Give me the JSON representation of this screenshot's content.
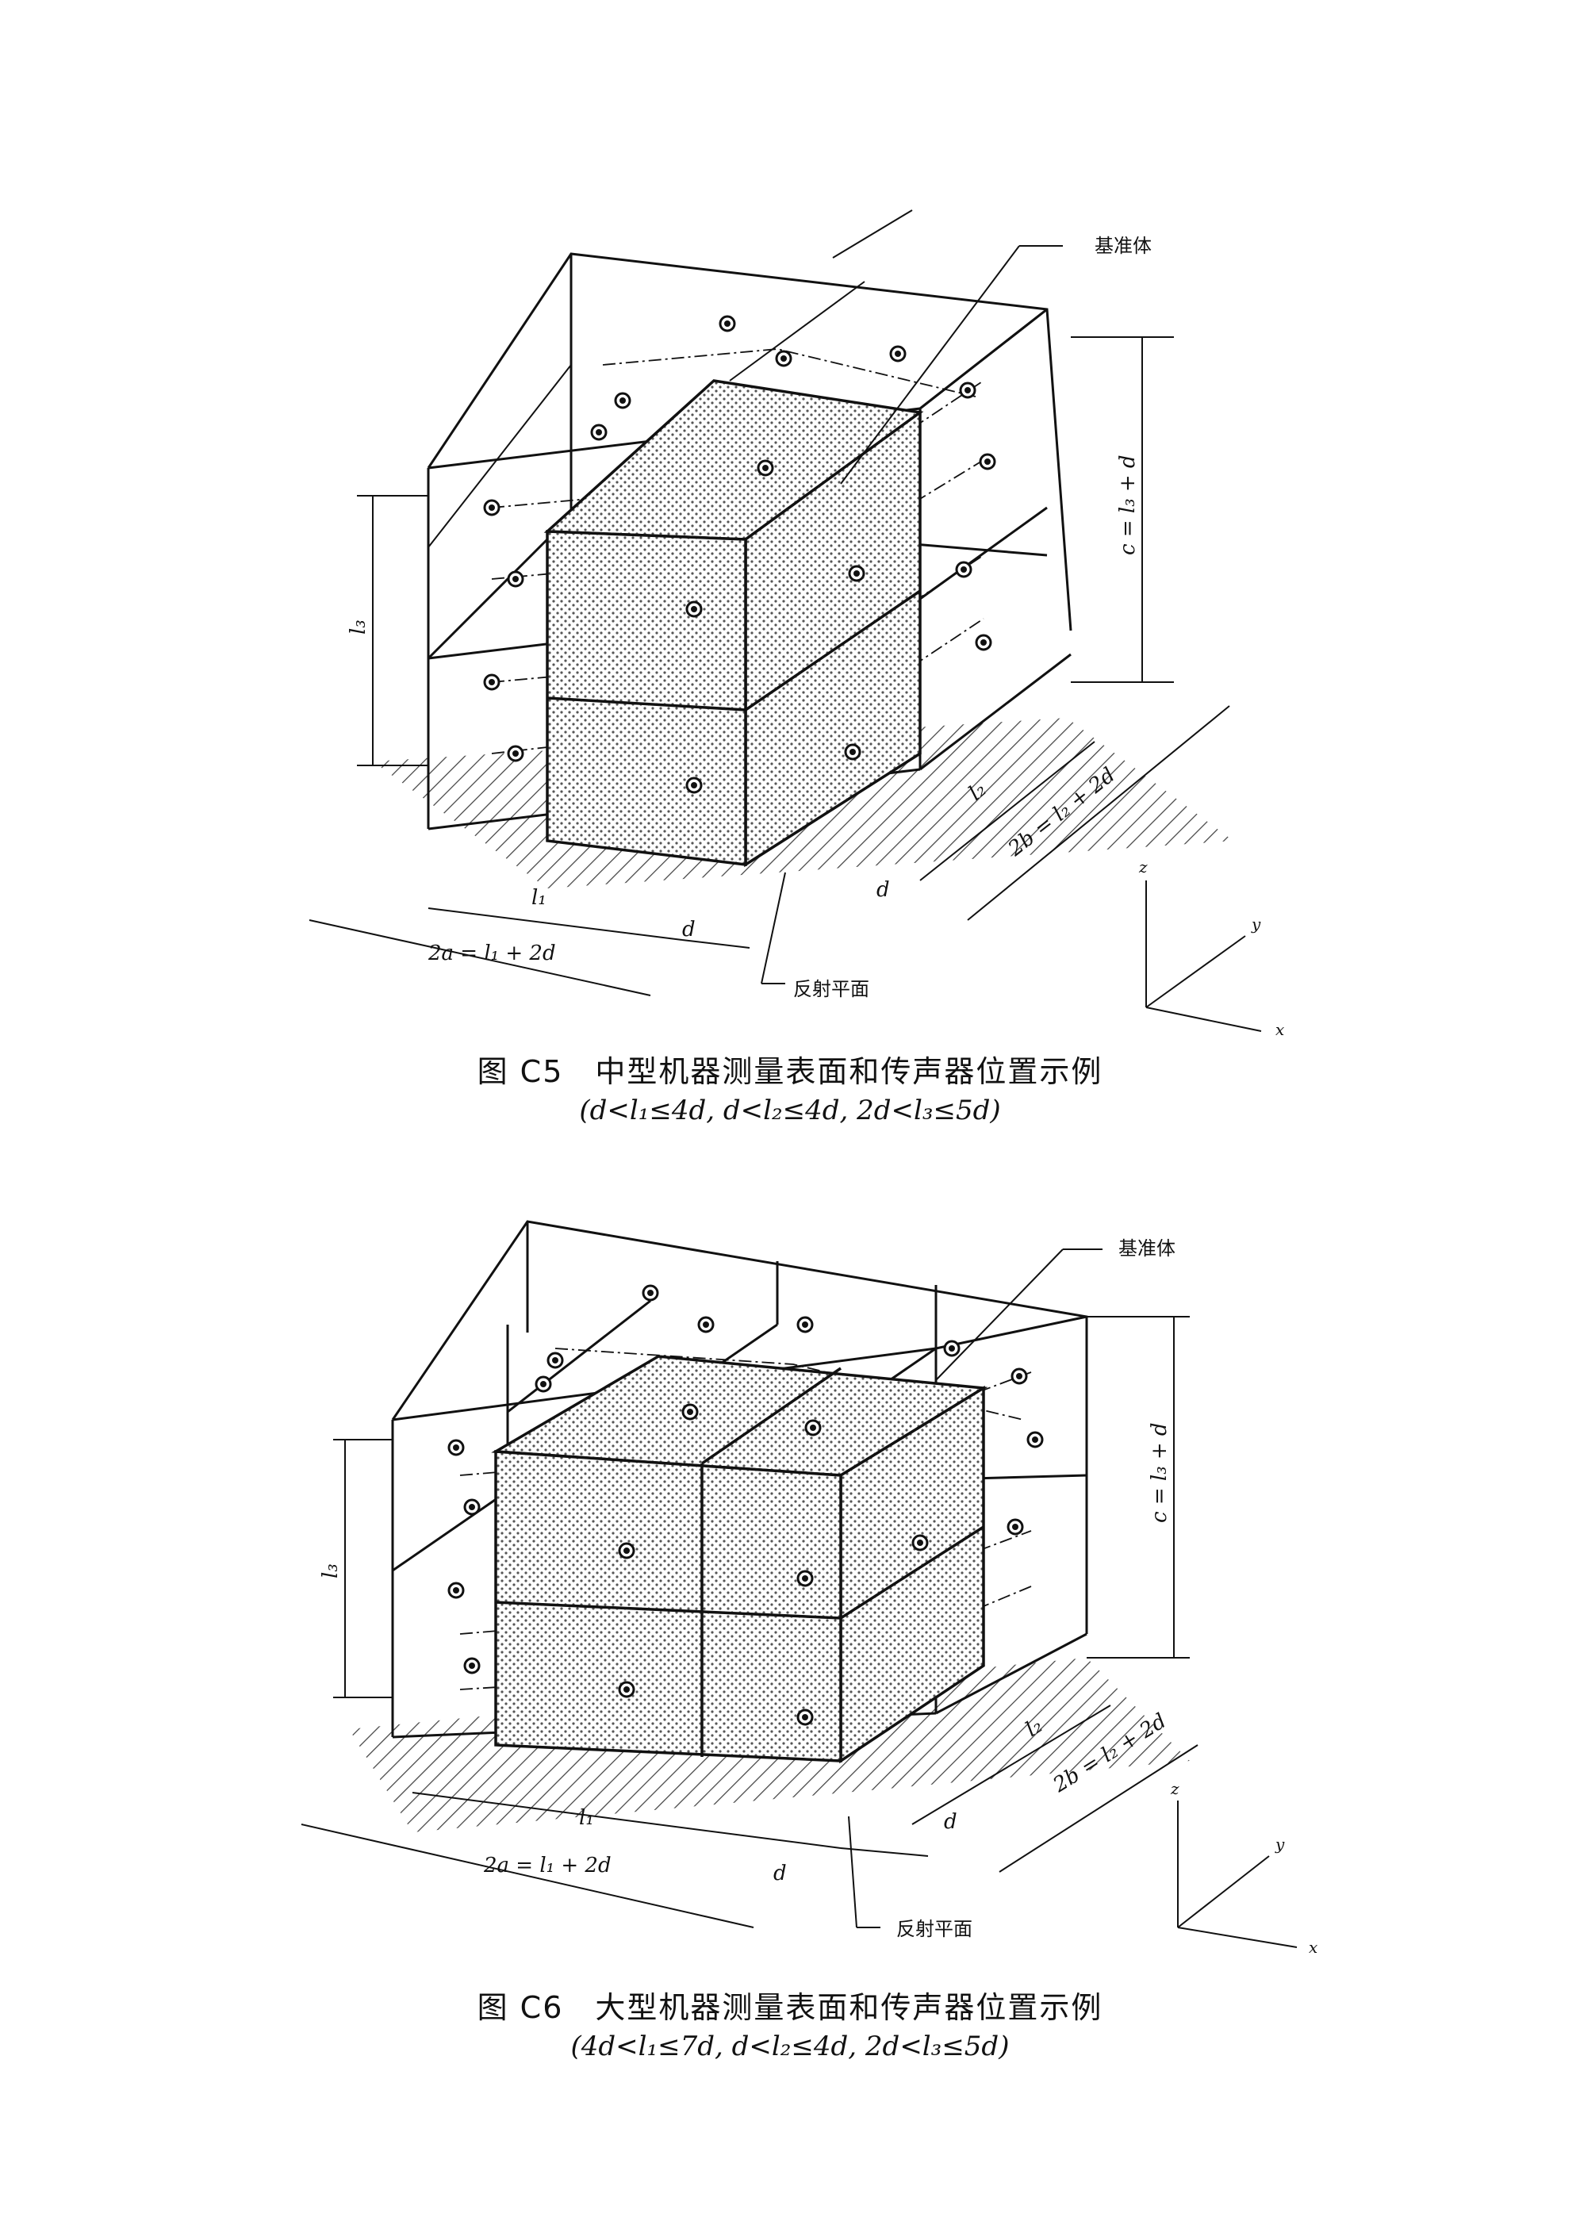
{
  "figures": [
    {
      "reference_label": "基准体",
      "plane_label": "反射平面",
      "dim_l1": "l₁",
      "dim_l2": "l₂",
      "dim_l3": "l₃",
      "dim_d": "d",
      "dim_2a": "2a = l₁ + 2d",
      "dim_2b": "2b = l₂ + 2d",
      "dim_c": "c = l₃ + d",
      "axis_x": "x",
      "axis_y": "y",
      "axis_z": "z",
      "caption": "图 C5　中型机器测量表面和传声器位置示例",
      "condition": "(d<l₁≤4d, d<l₂≤4d, 2d<l₃≤5d)"
    },
    {
      "reference_label": "基准体",
      "plane_label": "反射平面",
      "dim_l1": "l₁",
      "dim_l2": "l₂",
      "dim_l3": "l₃",
      "dim_d": "d",
      "dim_2a": "2a = l₁ + 2d",
      "dim_2b": "2b = l₂ + 2d",
      "dim_c": "c = l₃ + d",
      "axis_x": "x",
      "axis_y": "y",
      "axis_z": "z",
      "caption": "图 C6　大型机器测量表面和传声器位置示例",
      "condition": "(4d<l₁≤7d, d<l₂≤4d, 2d<l₃≤5d)"
    }
  ]
}
